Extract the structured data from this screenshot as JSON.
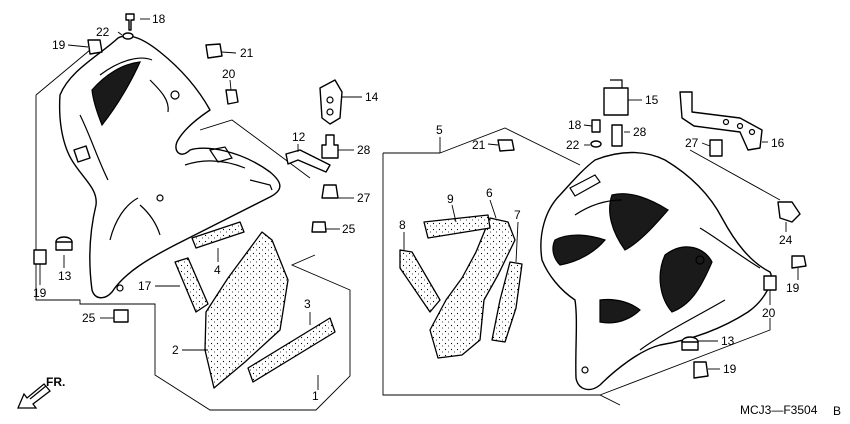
{
  "labels": {
    "l1": "1",
    "l2": "2",
    "l3": "3",
    "l4": "4",
    "l5": "5",
    "l6": "6",
    "l7": "7",
    "l8": "8",
    "l9": "9",
    "l12": "12",
    "l13a": "13",
    "l13b": "13",
    "l14": "14",
    "l15": "15",
    "l16": "16",
    "l17": "17",
    "l18a": "18",
    "l18b": "18",
    "l19a": "19",
    "l19b": "19",
    "l19c": "19",
    "l19d": "19",
    "l20a": "20",
    "l20b": "20",
    "l21a": "21",
    "l21b": "21",
    "l22a": "22",
    "l22b": "22",
    "l24": "24",
    "l25a": "25",
    "l25b": "25",
    "l27a": "27",
    "l27b": "27",
    "l28a": "28",
    "l28b": "28"
  },
  "direction_label": "FR.",
  "diagram_code": "MCJ3—F3504",
  "diagram_suffix": "B",
  "icons": {
    "front_arrow": "arrow-down-left-icon"
  }
}
